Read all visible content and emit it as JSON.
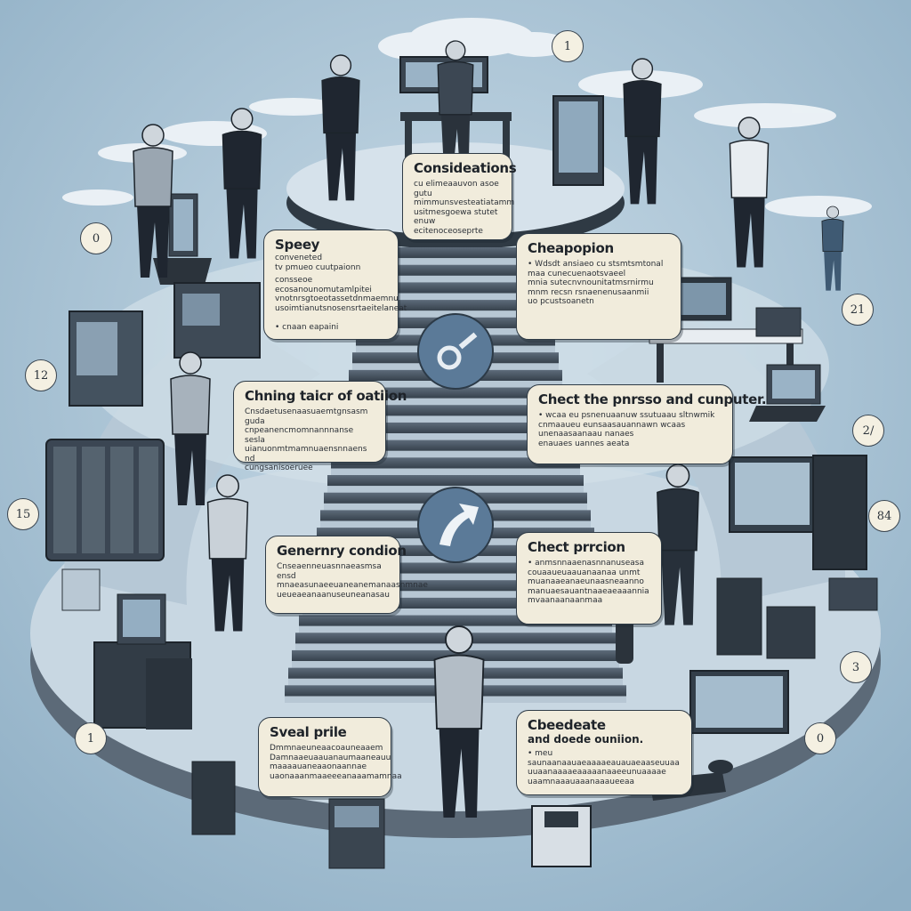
{
  "panels": [
    {
      "title": "Consideations",
      "body": "cu elimeaauvon asoe gutu\nmimmunsvesteatiatamm\nusitmesgoewa stutet\nenuw ecitenoceoseprte"
    },
    {
      "title": "Speey",
      "subtitle": "conveneted\ntv pmueo cuutpaionn",
      "body": "consseoe ecosanounomutamlpitei\nvnotnrsgtoeotassetdnmaemnu\nusoimtianutsnosensrtaeitelaneat\n\n• cnaan eapaini"
    },
    {
      "title": "Cheapopion",
      "body": "• Wdsdt ansiaeo cu stsmtsmtonal\nmaa cunecuenaotsvaeel\nmnia sutecnvnounitatmsrnirmu\nmnm recsn rsnaenenusaanmii\nuo pcustsoanetn"
    },
    {
      "title": "Chning taicr of oatiion",
      "body": "Cnsdaetusenaasuaemtgnsasm guda\ncnpeanencmomnannnanse sesla\nuianuonmtmamnuaensnnaens nd\ncungsanisoeruee"
    },
    {
      "title": "Chect the pnrsso and cunputer.",
      "body": "• wcaa eu psnenuaanuw ssutuaau sltnwmik\ncnmaaueu eunsaasauannawn wcaas\nunenaasaanaau nanaes\nenauaes uannes aeata"
    },
    {
      "title": "Genernry condion",
      "body": "Cnseaenneuasnnaeasmsa ensd\nmnaeasunaeeuaneanemanaasnmnae\nueueaeanaanuseuneanasau"
    },
    {
      "title": "Chect prrcion",
      "body": "• anmsnnaaenasnnanuseasa\ncouaaueuaauanaanaa unmt\nmuanaaeanaeunaasneaanno\nmanuaesauantnaaeaeaaannia\nmvaanaanaanmaa"
    },
    {
      "title": "Sveal prile",
      "body": "Dmmnaeuneaacoauneaaem\nDamnaaeuaauanaumaaneauu\nmaaaauaneaaonaannae\nuaonaaanmaaeeeanaaamamnaa"
    },
    {
      "title": "Cbeedeate",
      "subtitle": "and doede ouniion.",
      "body": "• meu saunaanaauaeaaaaeauauaeaaseuuaa\nuuaanaaaaeaaaaanaaeeunuaaaae\nuaamnaaauaaanaaaueeaa"
    }
  ],
  "badges": [
    "1",
    "0",
    "21",
    "12",
    "2/",
    "15",
    "84",
    "3",
    "1",
    "0"
  ]
}
